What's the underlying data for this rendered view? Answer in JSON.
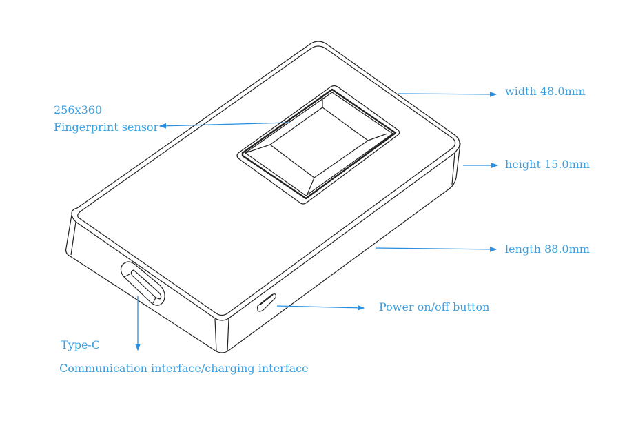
{
  "colors": {
    "label": "#3a9fe0",
    "leader": "#2a8fe0",
    "outline": "#222222"
  },
  "labels": {
    "sensor_resolution": "256x360",
    "sensor_name": "Fingerprint sensor",
    "width": "width 48.0mm",
    "height": "height 15.0mm",
    "length": "length 88.0mm",
    "power": "Power on/off button",
    "typec": "Type-C",
    "typec_desc": "Communication interface/charging interface"
  }
}
